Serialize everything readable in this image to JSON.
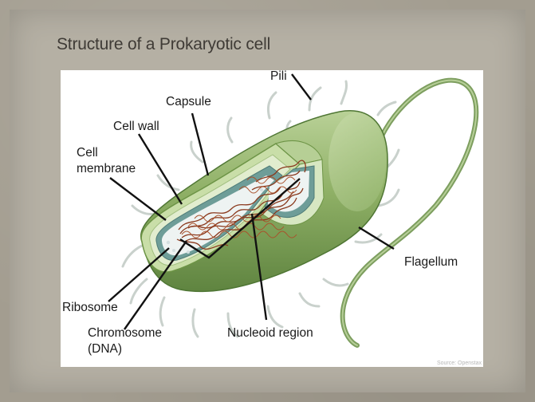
{
  "slide": {
    "title": "Structure of a Prokaryotic cell",
    "source": "Source: Openstax"
  },
  "diagram": {
    "labels": {
      "pili": "Pili",
      "capsule": "Capsule",
      "cell_wall": "Cell wall",
      "cell_membrane_line1": "Cell",
      "cell_membrane_line2": "membrane",
      "flagellum": "Flagellum",
      "ribosome": "Ribosome",
      "chromosome_line1": "Chromosome",
      "chromosome_line2": "(DNA)",
      "nucleoid_region": "Nucleoid region"
    },
    "colors": {
      "capsule_outer": "#7fa15a",
      "capsule_light": "#a9c586",
      "cell_wall": "#d8e6bd",
      "membrane": "#5f8f8a",
      "cytoplasm": "#eef3f2",
      "dna": "#8b3a1e"
    }
  }
}
